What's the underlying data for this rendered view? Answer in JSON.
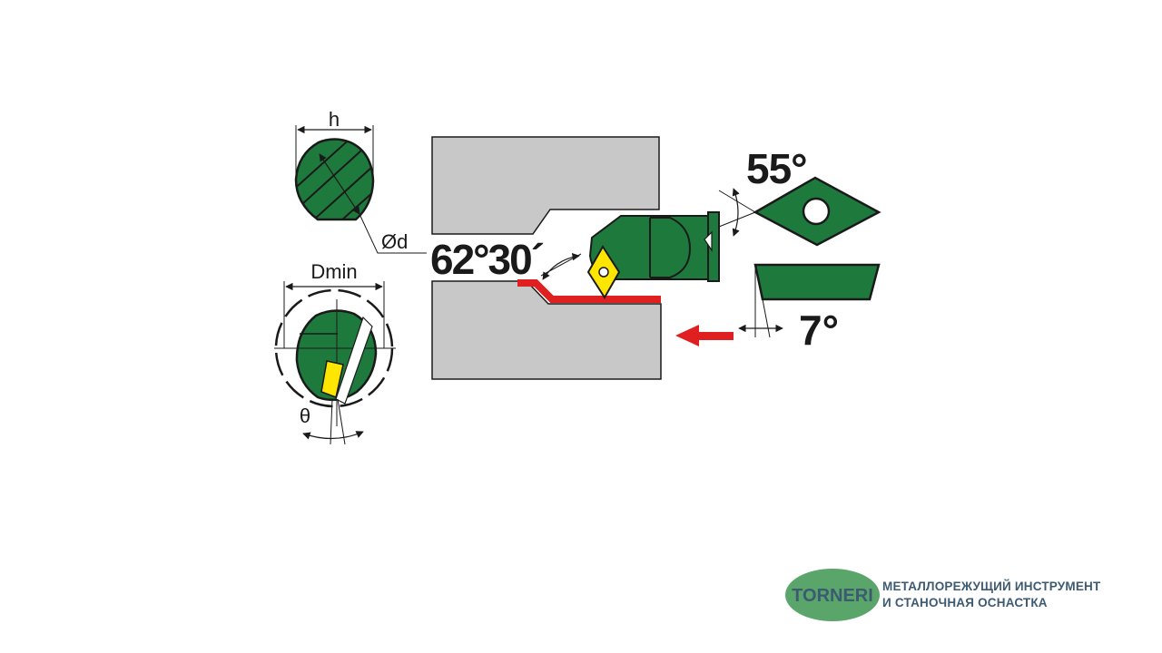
{
  "diagram": {
    "labels": {
      "height": "h",
      "diameter": "Ød",
      "min_diameter": "Dmin",
      "inclination": "θ",
      "approach_angle": "62°30´",
      "insert_angle": "55°",
      "clearance_angle": "7°"
    }
  },
  "colors": {
    "tool_green": "#1e7a3c",
    "insert_yellow": "#ffe600",
    "workpiece_gray": "#c8c8c8",
    "cut_red": "#e02020",
    "outline": "#1a1a1a",
    "brand_green": "#5aa56a",
    "brand_blue": "#3d5a73"
  },
  "brand": {
    "logo_text": "TORNERI",
    "tagline_line1": "МЕТАЛЛОРЕЖУЩИЙ ИНСТРУМЕНТ",
    "tagline_line2": "И СТАНОЧНАЯ ОСНАСТКА"
  }
}
